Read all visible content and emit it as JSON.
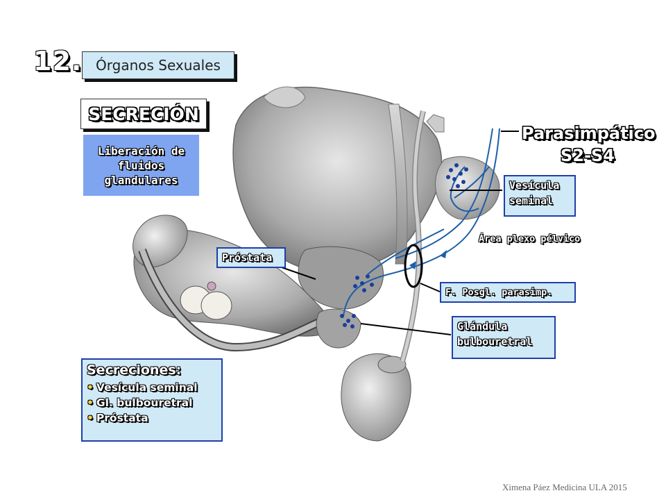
{
  "slide": {
    "number": "12."
  },
  "topic": {
    "label": "Órganos Sexuales"
  },
  "heading": {
    "label": "SECRECIÓN"
  },
  "liberacion": {
    "text": "Liberación de\nfluidos\nglandulares"
  },
  "secreciones": {
    "title": "Secreciones:",
    "items": [
      "Vesícula seminal",
      "Gl. bulbouretral",
      "Próstata"
    ]
  },
  "parasimpatico": {
    "line1": "Parasimpático",
    "line2": "S2-S4"
  },
  "labels": {
    "vesicula": "Vesícula\nseminal",
    "prostata": "Próstata",
    "area_plexo": "Área plexo pélvico",
    "f_posgl": "F. Posgl. parasimp.",
    "glandula": "Glándula\nbulbouretral"
  },
  "footer": {
    "credit": "Ximena Páez Medicina ULA 2015"
  },
  "colors": {
    "box_light_blue": "#cfe9f7",
    "box_medium_blue": "#7fa5f0",
    "border_blue": "#1f3fa8",
    "nerve_blue": "#1c5fa8",
    "anatomy_gray": "#b9b9b9"
  },
  "icons": {
    "bullet": "•"
  }
}
